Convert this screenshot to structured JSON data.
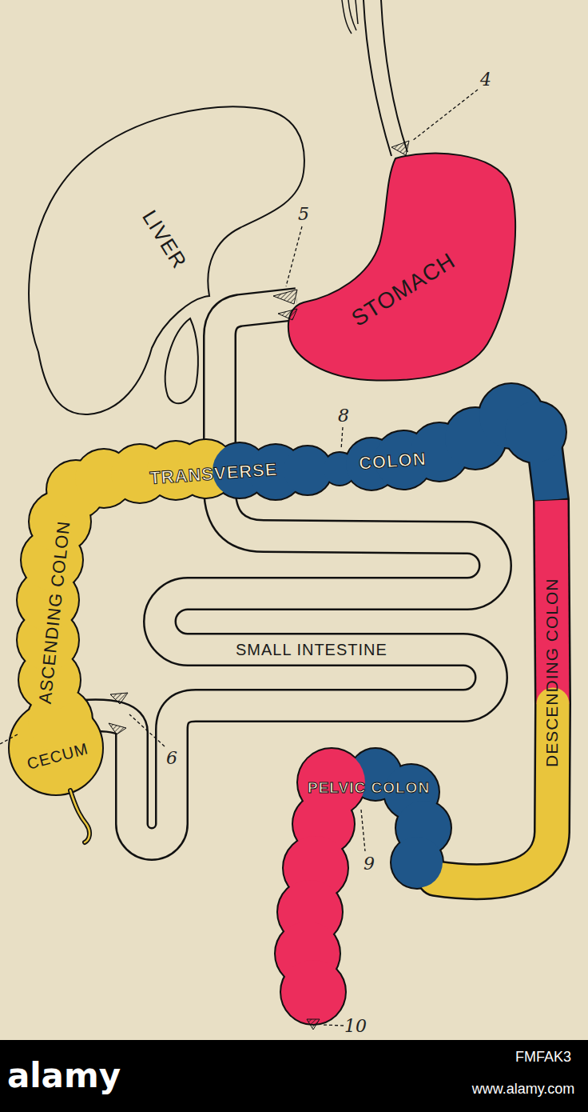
{
  "diagram": {
    "nodes": [
      {
        "text": [
          "LIVER"
        ]
      },
      {
        "text": [
          "STOMACH"
        ]
      },
      {
        "text": [
          "TRANSVERSE COLON"
        ]
      },
      {
        "text": [
          "ASCENDING COLON"
        ]
      },
      {
        "text": [
          "SMALL INTESTINE"
        ]
      },
      {
        "text": [
          "DESCENDING COLON"
        ]
      },
      {
        "text": [
          "CECUM"
        ]
      },
      {
        "text": [
          "PELVIC COLON"
        ]
      }
    ],
    "labels": [
      "4",
      "5",
      "8",
      "6",
      "9",
      "10",
      "alamy",
      "FMFAK3",
      "www.alamy.com"
    ]
  }
}
